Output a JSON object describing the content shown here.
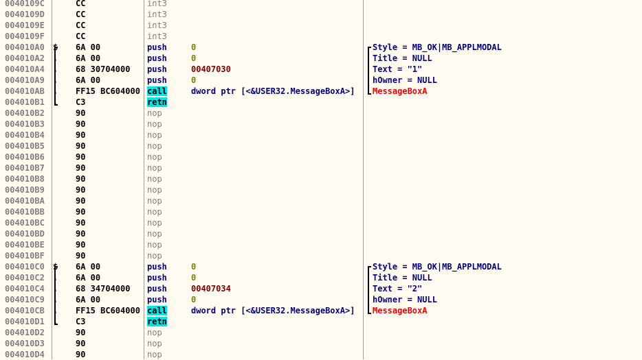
{
  "rows": [
    {
      "addr": "0040109C",
      "mark": "",
      "hex": "CC",
      "mnem": "int3",
      "mtype": "pad",
      "ops": "",
      "otype": "",
      "cmt": "",
      "ctype": ""
    },
    {
      "addr": "0040109D",
      "mark": "",
      "hex": "CC",
      "mnem": "int3",
      "mtype": "pad",
      "ops": "",
      "otype": "",
      "cmt": "",
      "ctype": ""
    },
    {
      "addr": "0040109E",
      "mark": "",
      "hex": "CC",
      "mnem": "int3",
      "mtype": "pad",
      "ops": "",
      "otype": "",
      "cmt": "",
      "ctype": ""
    },
    {
      "addr": "0040109F",
      "mark": "",
      "hex": "CC",
      "mnem": "int3",
      "mtype": "pad",
      "ops": "",
      "otype": "",
      "cmt": "",
      "ctype": ""
    },
    {
      "addr": "004010A0",
      "mark": "$",
      "hex": "6A 00",
      "mnem": "push",
      "mtype": "norm",
      "ops": "0",
      "otype": "imm",
      "cmt": "Style = MB_OK|MB_APPLMODAL",
      "ctype": "norm"
    },
    {
      "addr": "004010A2",
      "mark": ".",
      "hex": "6A 00",
      "mnem": "push",
      "mtype": "norm",
      "ops": "0",
      "otype": "imm",
      "cmt": "Title = NULL",
      "ctype": "norm"
    },
    {
      "addr": "004010A4",
      "mark": ".",
      "hex": "68 30704000",
      "mnem": "push",
      "mtype": "norm",
      "ops": "00407030",
      "otype": "addr",
      "cmt": "Text = \"1\"",
      "ctype": "norm"
    },
    {
      "addr": "004010A9",
      "mark": ".",
      "hex": "6A 00",
      "mnem": "push",
      "mtype": "norm",
      "ops": "0",
      "otype": "imm",
      "cmt": "hOwner = NULL",
      "ctype": "norm"
    },
    {
      "addr": "004010AB",
      "mark": ".",
      "hex": "FF15 BC604000",
      "mnem": "call",
      "mtype": "hl",
      "ops": "dword ptr [<&USER32.MessageBoxA>]",
      "otype": "norm",
      "cmt": "MessageBoxA",
      "ctype": "red"
    },
    {
      "addr": "004010B1",
      "mark": ".",
      "hex": "C3",
      "mnem": "retn",
      "mtype": "hl",
      "ops": "",
      "otype": "",
      "cmt": "",
      "ctype": ""
    },
    {
      "addr": "004010B2",
      "mark": "",
      "hex": "90",
      "mnem": "nop",
      "mtype": "pad",
      "ops": "",
      "otype": "",
      "cmt": "",
      "ctype": ""
    },
    {
      "addr": "004010B3",
      "mark": "",
      "hex": "90",
      "mnem": "nop",
      "mtype": "pad",
      "ops": "",
      "otype": "",
      "cmt": "",
      "ctype": ""
    },
    {
      "addr": "004010B4",
      "mark": "",
      "hex": "90",
      "mnem": "nop",
      "mtype": "pad",
      "ops": "",
      "otype": "",
      "cmt": "",
      "ctype": ""
    },
    {
      "addr": "004010B5",
      "mark": "",
      "hex": "90",
      "mnem": "nop",
      "mtype": "pad",
      "ops": "",
      "otype": "",
      "cmt": "",
      "ctype": ""
    },
    {
      "addr": "004010B6",
      "mark": "",
      "hex": "90",
      "mnem": "nop",
      "mtype": "pad",
      "ops": "",
      "otype": "",
      "cmt": "",
      "ctype": ""
    },
    {
      "addr": "004010B7",
      "mark": "",
      "hex": "90",
      "mnem": "nop",
      "mtype": "pad",
      "ops": "",
      "otype": "",
      "cmt": "",
      "ctype": ""
    },
    {
      "addr": "004010B8",
      "mark": "",
      "hex": "90",
      "mnem": "nop",
      "mtype": "pad",
      "ops": "",
      "otype": "",
      "cmt": "",
      "ctype": ""
    },
    {
      "addr": "004010B9",
      "mark": "",
      "hex": "90",
      "mnem": "nop",
      "mtype": "pad",
      "ops": "",
      "otype": "",
      "cmt": "",
      "ctype": ""
    },
    {
      "addr": "004010BA",
      "mark": "",
      "hex": "90",
      "mnem": "nop",
      "mtype": "pad",
      "ops": "",
      "otype": "",
      "cmt": "",
      "ctype": ""
    },
    {
      "addr": "004010BB",
      "mark": "",
      "hex": "90",
      "mnem": "nop",
      "mtype": "pad",
      "ops": "",
      "otype": "",
      "cmt": "",
      "ctype": ""
    },
    {
      "addr": "004010BC",
      "mark": "",
      "hex": "90",
      "mnem": "nop",
      "mtype": "pad",
      "ops": "",
      "otype": "",
      "cmt": "",
      "ctype": ""
    },
    {
      "addr": "004010BD",
      "mark": "",
      "hex": "90",
      "mnem": "nop",
      "mtype": "pad",
      "ops": "",
      "otype": "",
      "cmt": "",
      "ctype": ""
    },
    {
      "addr": "004010BE",
      "mark": "",
      "hex": "90",
      "mnem": "nop",
      "mtype": "pad",
      "ops": "",
      "otype": "",
      "cmt": "",
      "ctype": ""
    },
    {
      "addr": "004010BF",
      "mark": "",
      "hex": "90",
      "mnem": "nop",
      "mtype": "pad",
      "ops": "",
      "otype": "",
      "cmt": "",
      "ctype": ""
    },
    {
      "addr": "004010C0",
      "mark": "$",
      "hex": "6A 00",
      "mnem": "push",
      "mtype": "norm",
      "ops": "0",
      "otype": "imm",
      "cmt": "Style = MB_OK|MB_APPLMODAL",
      "ctype": "norm"
    },
    {
      "addr": "004010C2",
      "mark": ".",
      "hex": "6A 00",
      "mnem": "push",
      "mtype": "norm",
      "ops": "0",
      "otype": "imm",
      "cmt": "Title = NULL",
      "ctype": "norm"
    },
    {
      "addr": "004010C4",
      "mark": ".",
      "hex": "68 34704000",
      "mnem": "push",
      "mtype": "norm",
      "ops": "00407034",
      "otype": "addr",
      "cmt": "Text = \"2\"",
      "ctype": "norm"
    },
    {
      "addr": "004010C9",
      "mark": ".",
      "hex": "6A 00",
      "mnem": "push",
      "mtype": "norm",
      "ops": "0",
      "otype": "imm",
      "cmt": "hOwner = NULL",
      "ctype": "norm"
    },
    {
      "addr": "004010CB",
      "mark": ".",
      "hex": "FF15 BC604000",
      "mnem": "call",
      "mtype": "hl",
      "ops": "dword ptr [<&USER32.MessageBoxA>]",
      "otype": "norm",
      "cmt": "MessageBoxA",
      "ctype": "red"
    },
    {
      "addr": "004010D1",
      "mark": ".",
      "hex": "C3",
      "mnem": "retn",
      "mtype": "hl",
      "ops": "",
      "otype": "",
      "cmt": "",
      "ctype": ""
    },
    {
      "addr": "004010D2",
      "mark": "",
      "hex": "90",
      "mnem": "nop",
      "mtype": "pad",
      "ops": "",
      "otype": "",
      "cmt": "",
      "ctype": ""
    },
    {
      "addr": "004010D3",
      "mark": "",
      "hex": "90",
      "mnem": "nop",
      "mtype": "pad",
      "ops": "",
      "otype": "",
      "cmt": "",
      "ctype": ""
    },
    {
      "addr": "004010D4",
      "mark": "",
      "hex": "90",
      "mnem": "nop",
      "mtype": "pad",
      "ops": "",
      "otype": "",
      "cmt": "",
      "ctype": ""
    }
  ],
  "colors": {
    "background": "#fffbf0",
    "address": "#808080",
    "mnemonic": "#00007b",
    "call_highlight": "#00e4e4",
    "immediate": "#7b7b00",
    "address_operand": "#7b0000",
    "comment": "#00007b",
    "api_name": "#ee0000"
  }
}
